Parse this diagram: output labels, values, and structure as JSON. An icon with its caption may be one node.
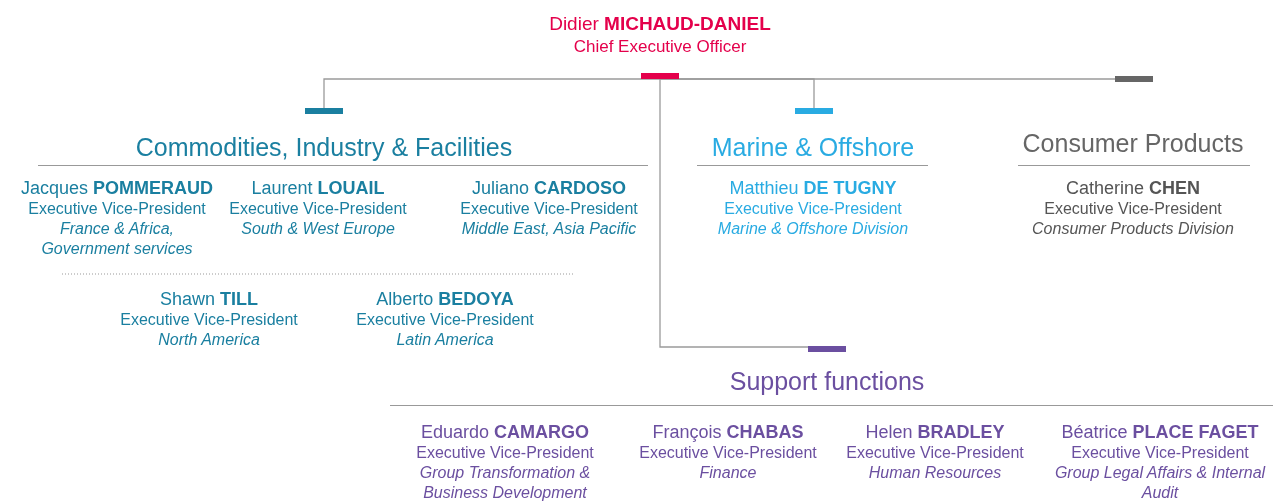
{
  "diagram": {
    "nodes": [
      {
        "text": [
          "Didier **MICHAUD-DANIEL**",
          "Chief Executive Officer"
        ]
      },
      {
        "text": [
          "Commodities, Industry & Facilities"
        ]
      },
      {
        "text": [
          "Marine & Offshore"
        ]
      },
      {
        "text": [
          "Consumer Products"
        ]
      },
      {
        "text": [
          "Support functions"
        ]
      },
      {
        "text": [
          "Jacques **POMMERAUD**",
          "Executive Vice-President",
          "France & Africa, Government services"
        ]
      },
      {
        "text": [
          "Laurent **LOUAIL**",
          "Executive Vice-President",
          "South & West Europe"
        ]
      },
      {
        "text": [
          "Juliano **CARDOSO**",
          "Executive Vice-President",
          "Middle East, Asia Pacific"
        ]
      },
      {
        "text": [
          "Shawn **TILL**",
          "Executive Vice-President",
          "North America"
        ]
      },
      {
        "text": [
          "Alberto **BEDOYA**",
          "Executive Vice-President",
          "Latin America"
        ]
      },
      {
        "text": [
          "Matthieu **DE TUGNY**",
          "Executive Vice-President",
          "Marine & Offshore Division"
        ]
      },
      {
        "text": [
          "Catherine **CHEN**",
          "Executive Vice-President",
          "Consumer Products Division"
        ]
      },
      {
        "text": [
          "Eduardo **CAMARGO**",
          "Executive Vice-President",
          "Group Transformation & Business Development"
        ]
      },
      {
        "text": [
          "François **CHABAS**",
          "Executive Vice-President",
          "Finance"
        ]
      },
      {
        "text": [
          "Helen **BRADLEY**",
          "Executive Vice-President",
          "Human Resources"
        ]
      },
      {
        "text": [
          "Béatrice **PLACE FAGET**",
          "Executive Vice-President",
          "Group Legal Affairs & Internal Audit"
        ]
      }
    ],
    "edges": [
      {
        "from": 0,
        "to": 1,
        "arrow": "none"
      },
      {
        "from": 0,
        "to": 2,
        "arrow": "none"
      },
      {
        "from": 0,
        "to": 3,
        "arrow": "none"
      },
      {
        "from": 0,
        "to": 4,
        "arrow": "none"
      }
    ]
  }
}
